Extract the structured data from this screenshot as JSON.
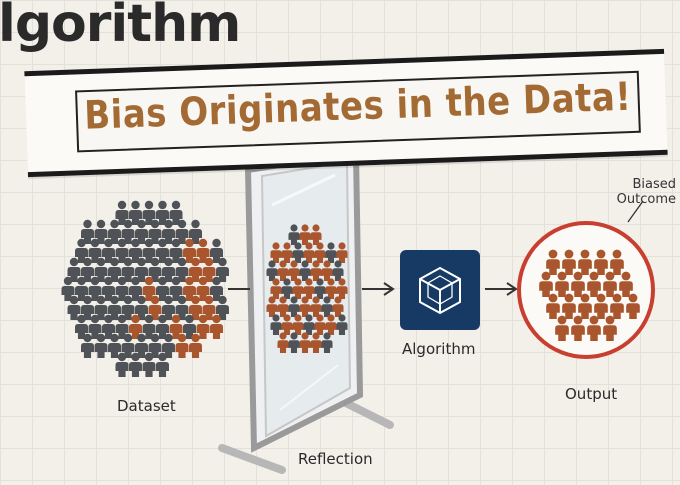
{
  "header": {
    "partial_title": "lgorithm"
  },
  "banner": {
    "text": "Bias Originates in the Data!"
  },
  "labels": {
    "dataset": "Dataset",
    "reflection": "Reflection",
    "algorithm": "Algorithm",
    "output": "Output",
    "biased_line1": "Biased",
    "biased_line2": "Outcome"
  },
  "icons": {
    "algorithm": "cube-icon",
    "person": "person-icon",
    "arrow": "arrow-right-icon"
  },
  "colors": {
    "gray_person": "#4f5256",
    "orange_person": "#a9562f",
    "algorithm_box": "#173a64",
    "output_ring": "#c93f2f",
    "banner_text": "#a36a34"
  }
}
